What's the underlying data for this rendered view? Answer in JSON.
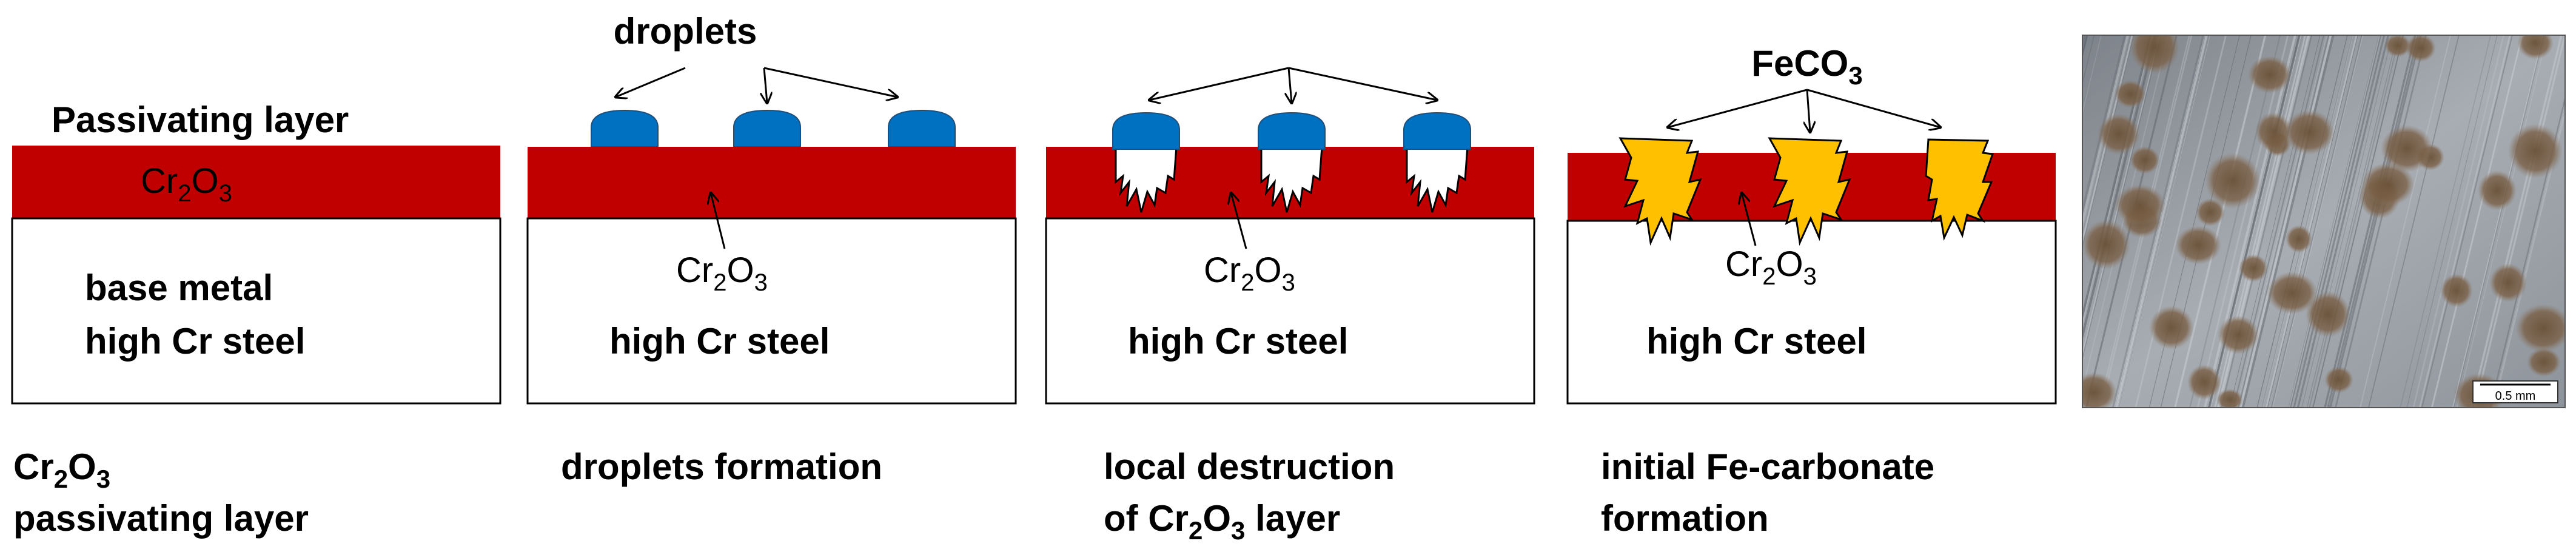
{
  "panel1": {
    "heading": "Passivating layer",
    "layer_label": {
      "base": "Cr",
      "sub": "2",
      "mid": "O",
      "sub2": "3"
    },
    "body_line1": "base metal",
    "body_line2": "high Cr steel",
    "caption_line1": {
      "base": "Cr",
      "sub": "2",
      "mid": "O",
      "sub2": "3"
    },
    "caption_line2": "passivating layer"
  },
  "panel2": {
    "heading": "droplets",
    "layer_label": {
      "base": "Cr",
      "sub": "2",
      "mid": "O",
      "sub2": "3"
    },
    "body": "high Cr steel",
    "caption": "droplets formation"
  },
  "panel3": {
    "layer_label": {
      "base": "Cr",
      "sub": "2",
      "mid": "O",
      "sub2": "3"
    },
    "body": "high Cr steel",
    "caption_line1": "local destruction",
    "caption_line2": {
      "pre": "of Cr",
      "sub": "2",
      "mid": "O",
      "sub2": "3",
      "post": " layer"
    }
  },
  "panel4": {
    "heading": {
      "base": "FeCO",
      "sub": "3"
    },
    "layer_label": {
      "base": "Cr",
      "sub": "2",
      "mid": "O",
      "sub2": "3"
    },
    "body": "high Cr steel",
    "caption_line1": "initial Fe-carbonate",
    "caption_line2": "formation"
  },
  "micrograph": {
    "scale_bar": "0.5 mm"
  },
  "colors": {
    "oxide_layer": "#c00000",
    "droplet": "#0070c0",
    "carbonate": "#ffc000"
  }
}
